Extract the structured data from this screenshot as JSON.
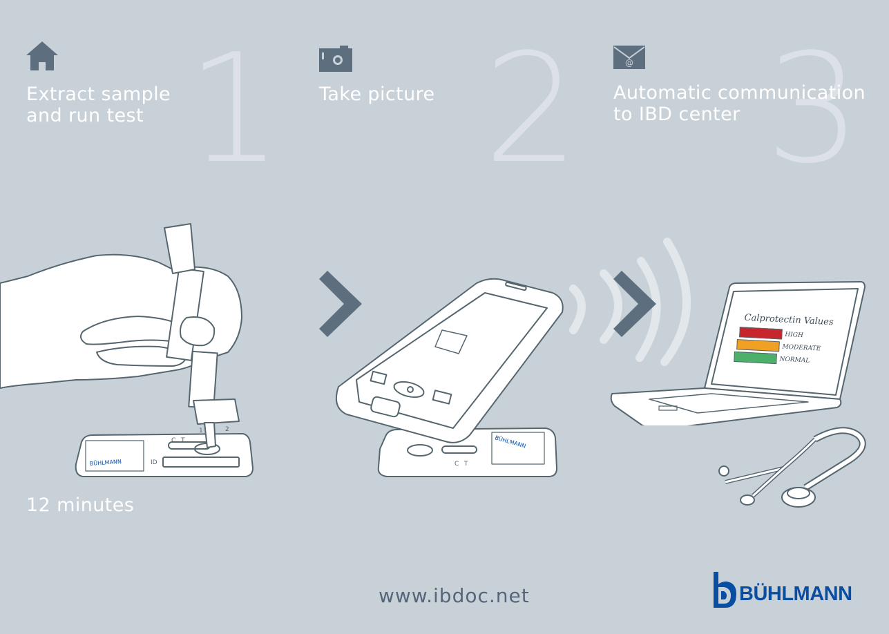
{
  "steps": [
    {
      "number": "1",
      "icon": "house-icon",
      "text": "Extract sample\nand run test"
    },
    {
      "number": "2",
      "icon": "camera-icon",
      "text": "Take picture"
    },
    {
      "number": "3",
      "icon": "email-icon",
      "text": "Automatic communication\nto IBD center"
    }
  ],
  "duration": "12 minutes",
  "cartridge": {
    "brand": "BÜHLMANN",
    "label_c": "C",
    "label_t": "T",
    "label_id": "ID",
    "well_1": "1",
    "well_2": "2"
  },
  "laptop_screen": {
    "title": "Calprotectin Values",
    "levels": [
      {
        "label": "HIGH",
        "color": "#c8262d"
      },
      {
        "label": "MODERATE",
        "color": "#f0a023"
      },
      {
        "label": "NORMAL",
        "color": "#4caf6a"
      }
    ]
  },
  "website": "www.ibdoc.net",
  "logo": {
    "text": "BÜHLMANN",
    "color": "#0a4ea2"
  },
  "colors": {
    "background": "#c8d1d8",
    "icon": "#5d6f7f",
    "number": "#dbe1e6",
    "line": "#55666f"
  }
}
